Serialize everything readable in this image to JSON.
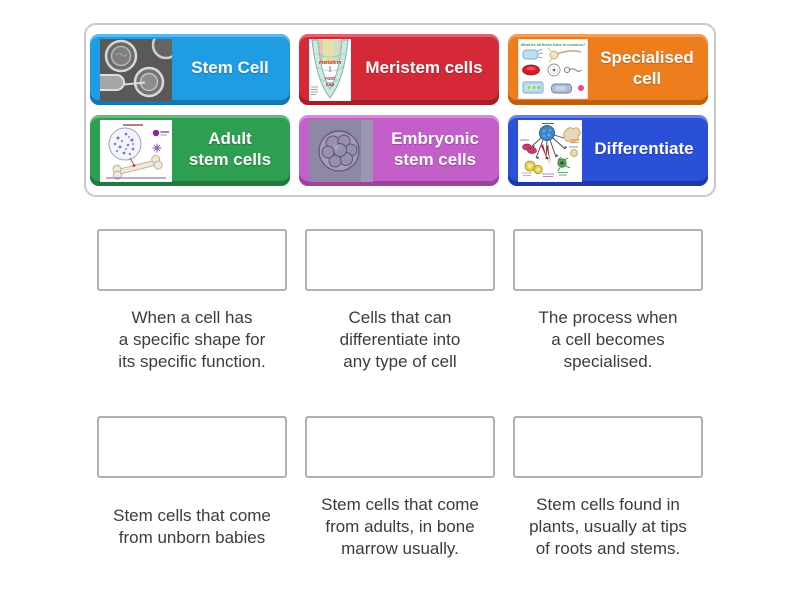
{
  "keywords_panel": {
    "tiles": [
      {
        "label": "Stem Cell",
        "color": "#1f9ce2",
        "bevel_color": "#1478b4",
        "image": "stem-cell-micrograph"
      },
      {
        "label": "Meristem cells",
        "color": "#d52937",
        "bevel_color": "#a51d28",
        "image": "meristem-root-tip-diagram"
      },
      {
        "label": "Specialised\ncell",
        "color": "#ee7d1e",
        "bevel_color": "#bf5f0d",
        "image": "specialised-cells-diagram"
      },
      {
        "label": "Adult\nstem cells",
        "color": "#2e9e50",
        "bevel_color": "#207a3b",
        "image": "adult-stem-cells-bone-marrow-diagram"
      },
      {
        "label": "Embryonic\nstem cells",
        "color": "#c45fc9",
        "bevel_color": "#9c42a1",
        "image": "embryo-micrograph"
      },
      {
        "label": "Differentiate",
        "color": "#2b50d8",
        "bevel_color": "#1d39a7",
        "image": "stem-cell-differentiation-diagram"
      }
    ]
  },
  "answers": [
    {
      "description": "When a cell has\na specific shape for\nits specific function."
    },
    {
      "description": "Cells that can\ndifferentiate into\nany type of cell"
    },
    {
      "description": "The process when\na cell becomes\nspecialised."
    },
    {
      "description": "Stem cells that come\nfrom unborn babies"
    },
    {
      "description": "Stem cells that come\nfrom adults, in bone\nmarrow usually."
    },
    {
      "description": "Stem cells found in\nplants, usually at tips\nof roots and stems."
    }
  ],
  "colors": {
    "page_background": "#ffffff",
    "panel_border": "#c9c9c9",
    "slot_border": "#b0b0b0",
    "description_text": "#3c3c3c",
    "tile_label_text": "#ffffff"
  }
}
